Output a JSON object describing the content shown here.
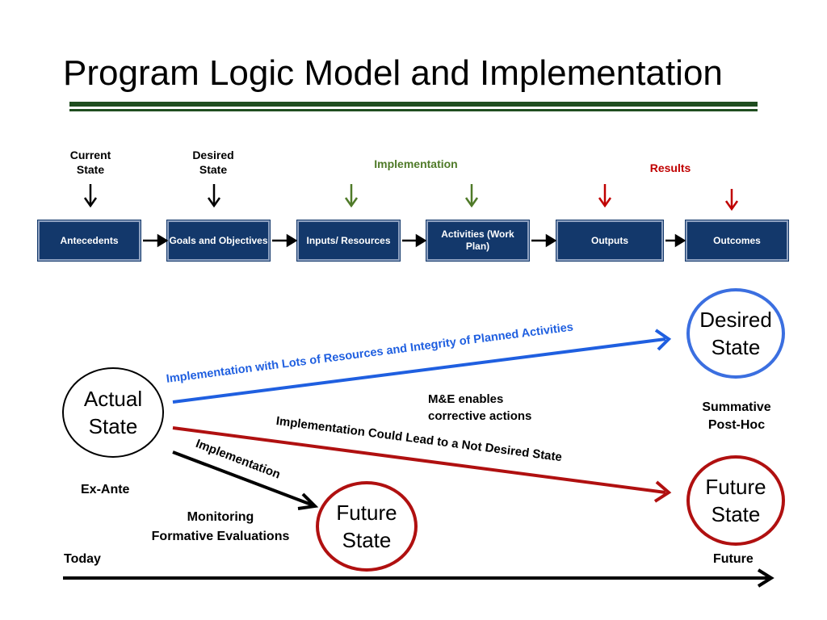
{
  "title": "Program Logic Model and Implementation",
  "top_labels": {
    "current_state": "Current\nState",
    "desired_state": "Desired\nState",
    "implementation": "Implementation",
    "results": "Results"
  },
  "flow_boxes": [
    "Antecedents",
    "Goals and Objectives",
    "Inputs/ Resources",
    "Activities (Work Plan)",
    "Outputs",
    "Outcomes"
  ],
  "states": {
    "actual": "Actual State",
    "desired": "Desired State",
    "future_mid": "Future State",
    "future_right": "Future State"
  },
  "arrow_labels": {
    "blue": "Implementation with Lots of Resources and Integrity of Planned Activities",
    "red": "Implementation Could Lead to a Not Desired State",
    "black": "Implementation"
  },
  "notes": {
    "me": "M&E enables\ncorrective actions",
    "summative": "Summative\nPost-Hoc",
    "ex_ante": "Ex-Ante",
    "monitoring": "Monitoring\nFormative Evaluations",
    "today": "Today",
    "future": "Future"
  },
  "colors": {
    "title_rule": "#1f4d1f",
    "box_fill": "#13386b",
    "implementation_green": "#4f7a28",
    "results_red": "#c00000",
    "blue_arrow": "#1f5fe0",
    "red_arrow": "#b01010",
    "desired_circle": "#3b6fe0",
    "future_circle": "#b01010"
  }
}
